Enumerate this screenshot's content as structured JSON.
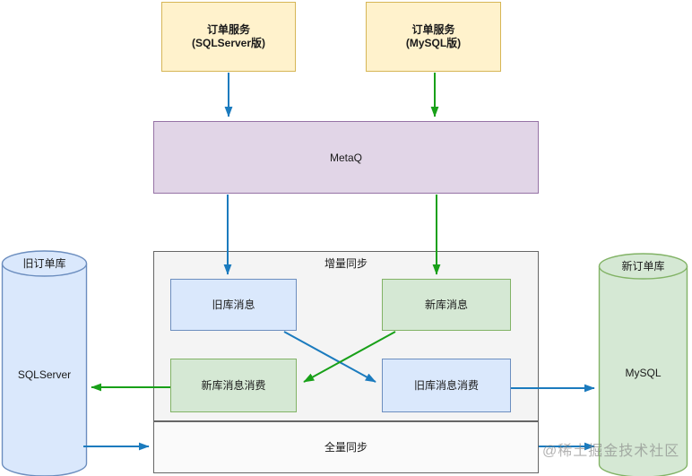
{
  "diagram": {
    "nodes": {
      "service_old": {
        "line1": "订单服务",
        "line2": "(SQLServer版)"
      },
      "service_new": {
        "line1": "订单服务",
        "line2": "(MySQL版)"
      },
      "metaq": {
        "label": "MetaQ"
      },
      "incremental_sync": {
        "label": "增量同步"
      },
      "old_msg": {
        "label": "旧库消息"
      },
      "new_msg": {
        "label": "新库消息"
      },
      "new_msg_consume": {
        "label": "新库消息消费"
      },
      "old_msg_consume": {
        "label": "旧库消息消费"
      },
      "full_sync": {
        "label": "全量同步"
      },
      "old_db": {
        "name": "旧订单库",
        "engine": "SQLServer"
      },
      "new_db": {
        "name": "新订单库",
        "engine": "MySQL"
      }
    },
    "colors": {
      "service_fill": "#FFF2CC",
      "service_border": "#D6B656",
      "metaq_fill": "#E1D5E7",
      "metaq_border": "#9673A6",
      "old_fill": "#DAE8FC",
      "old_border": "#6C8EBF",
      "new_fill": "#D5E8D4",
      "new_border": "#82B366",
      "container_fill": "#F4F4F4",
      "container_border": "#666666",
      "arrow_old_flow": "#1B7BBE",
      "arrow_new_flow": "#18A018"
    },
    "watermark": "@稀土掘金技术社区"
  }
}
